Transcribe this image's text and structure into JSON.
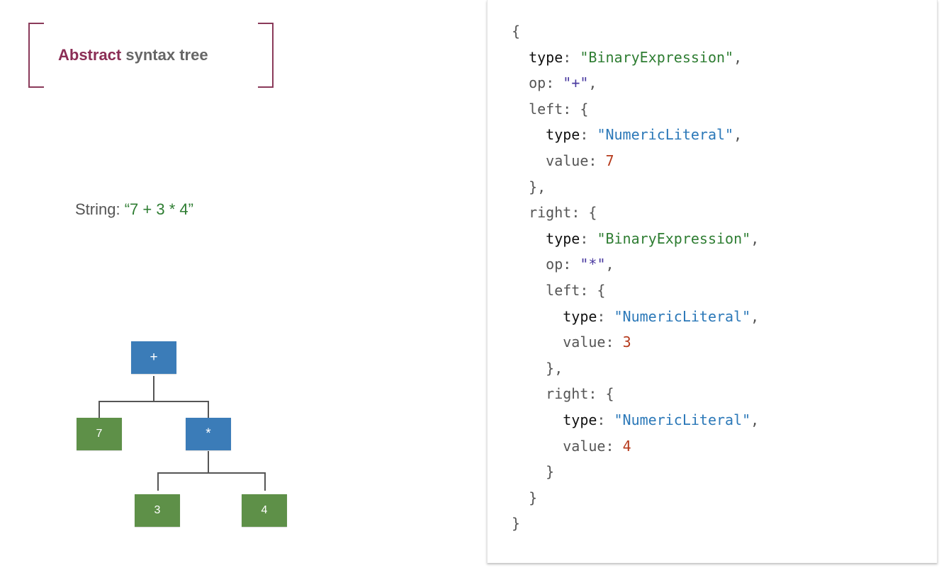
{
  "title": {
    "highlight": "Abstract",
    "rest": "syntax tree"
  },
  "string_line": {
    "label": "String:",
    "value": "“7 + 3 * 4”"
  },
  "tree": {
    "root": {
      "label": "+",
      "kind": "operator"
    },
    "root_left": {
      "label": "7",
      "kind": "literal"
    },
    "root_right": {
      "label": "*",
      "kind": "operator"
    },
    "mul_left": {
      "label": "3",
      "kind": "literal"
    },
    "mul_right": {
      "label": "4",
      "kind": "literal"
    }
  },
  "colors": {
    "operator_node": "#3b7cb8",
    "literal_node": "#5e9048",
    "title_accent": "#8b2d55",
    "string_value": "#2e7d32",
    "code_binary_string": "#2e7d32",
    "code_literal_string": "#2b78b8",
    "code_op_string": "#4a3aa0",
    "code_number": "#b5391b"
  },
  "code": {
    "open_brace": "{",
    "type_key": "type",
    "op_key": "op",
    "left_key": "left",
    "right_key": "right",
    "value_key": "value",
    "binary_expression": "\"BinaryExpression\"",
    "numeric_literal": "\"NumericLiteral\"",
    "op_plus": "\"+\"",
    "op_mul": "\"*\"",
    "value_7": "7",
    "value_3": "3",
    "value_4": "4"
  }
}
